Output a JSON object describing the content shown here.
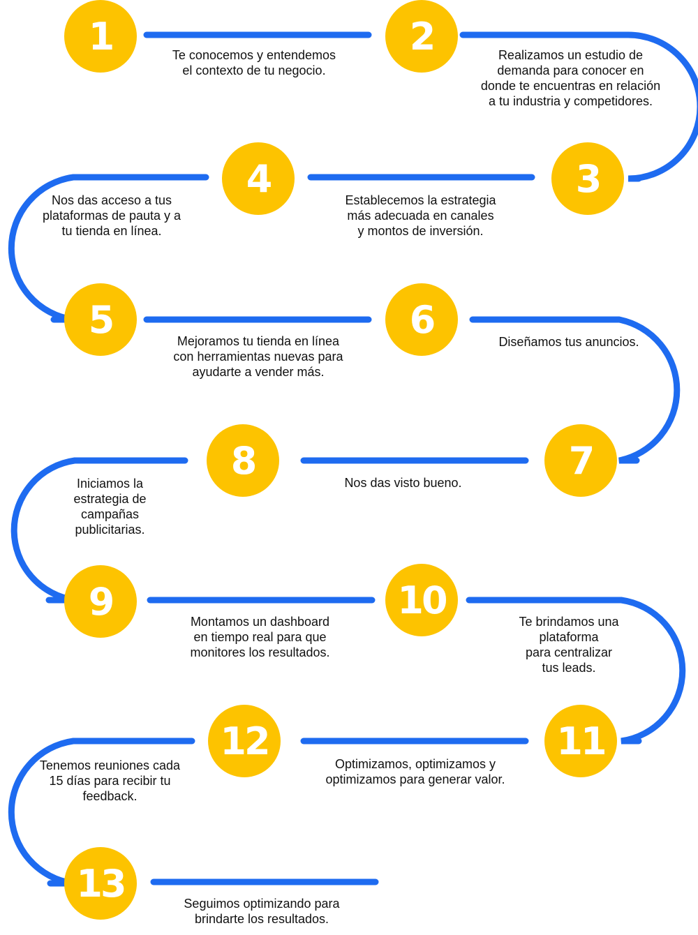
{
  "colors": {
    "accent": "#FDC300",
    "line": "#1E6BF0",
    "text": "#111111"
  },
  "steps": [
    {
      "number": "1",
      "text": "Te conocemos y entendemos\nel contexto de tu negocio."
    },
    {
      "number": "2",
      "text": "Realizamos un estudio de\ndemanda para conocer en\ndonde te encuentras en relación\na tu industria y competidores."
    },
    {
      "number": "3",
      "text": "Establecemos la estrategia\nmás adecuada en canales\ny montos de inversión."
    },
    {
      "number": "4",
      "text": "Nos das acceso a tus\nplataformas de pauta y a\ntu tienda en línea."
    },
    {
      "number": "5",
      "text": "Mejoramos tu tienda en línea\ncon herramientas nuevas para\nayudarte a vender más."
    },
    {
      "number": "6",
      "text": "Diseñamos tus anuncios."
    },
    {
      "number": "7",
      "text": "Nos das visto bueno."
    },
    {
      "number": "8",
      "text": "Iniciamos la\nestrategia de\ncampañas\npublicitarias."
    },
    {
      "number": "9",
      "text": "Montamos un dashboard\nen tiempo real para que\nmonitores los resultados."
    },
    {
      "number": "10",
      "text": "Te brindamos una\nplataforma\npara centralizar\ntus leads."
    },
    {
      "number": "11",
      "text": "Optimizamos, optimizamos y\noptimizamos para generar valor."
    },
    {
      "number": "12",
      "text": "Tenemos reuniones cada\n15 días para recibir tu\nfeedback."
    },
    {
      "number": "13",
      "text": "Seguimos optimizando para\nbrindarte los resultados."
    }
  ]
}
